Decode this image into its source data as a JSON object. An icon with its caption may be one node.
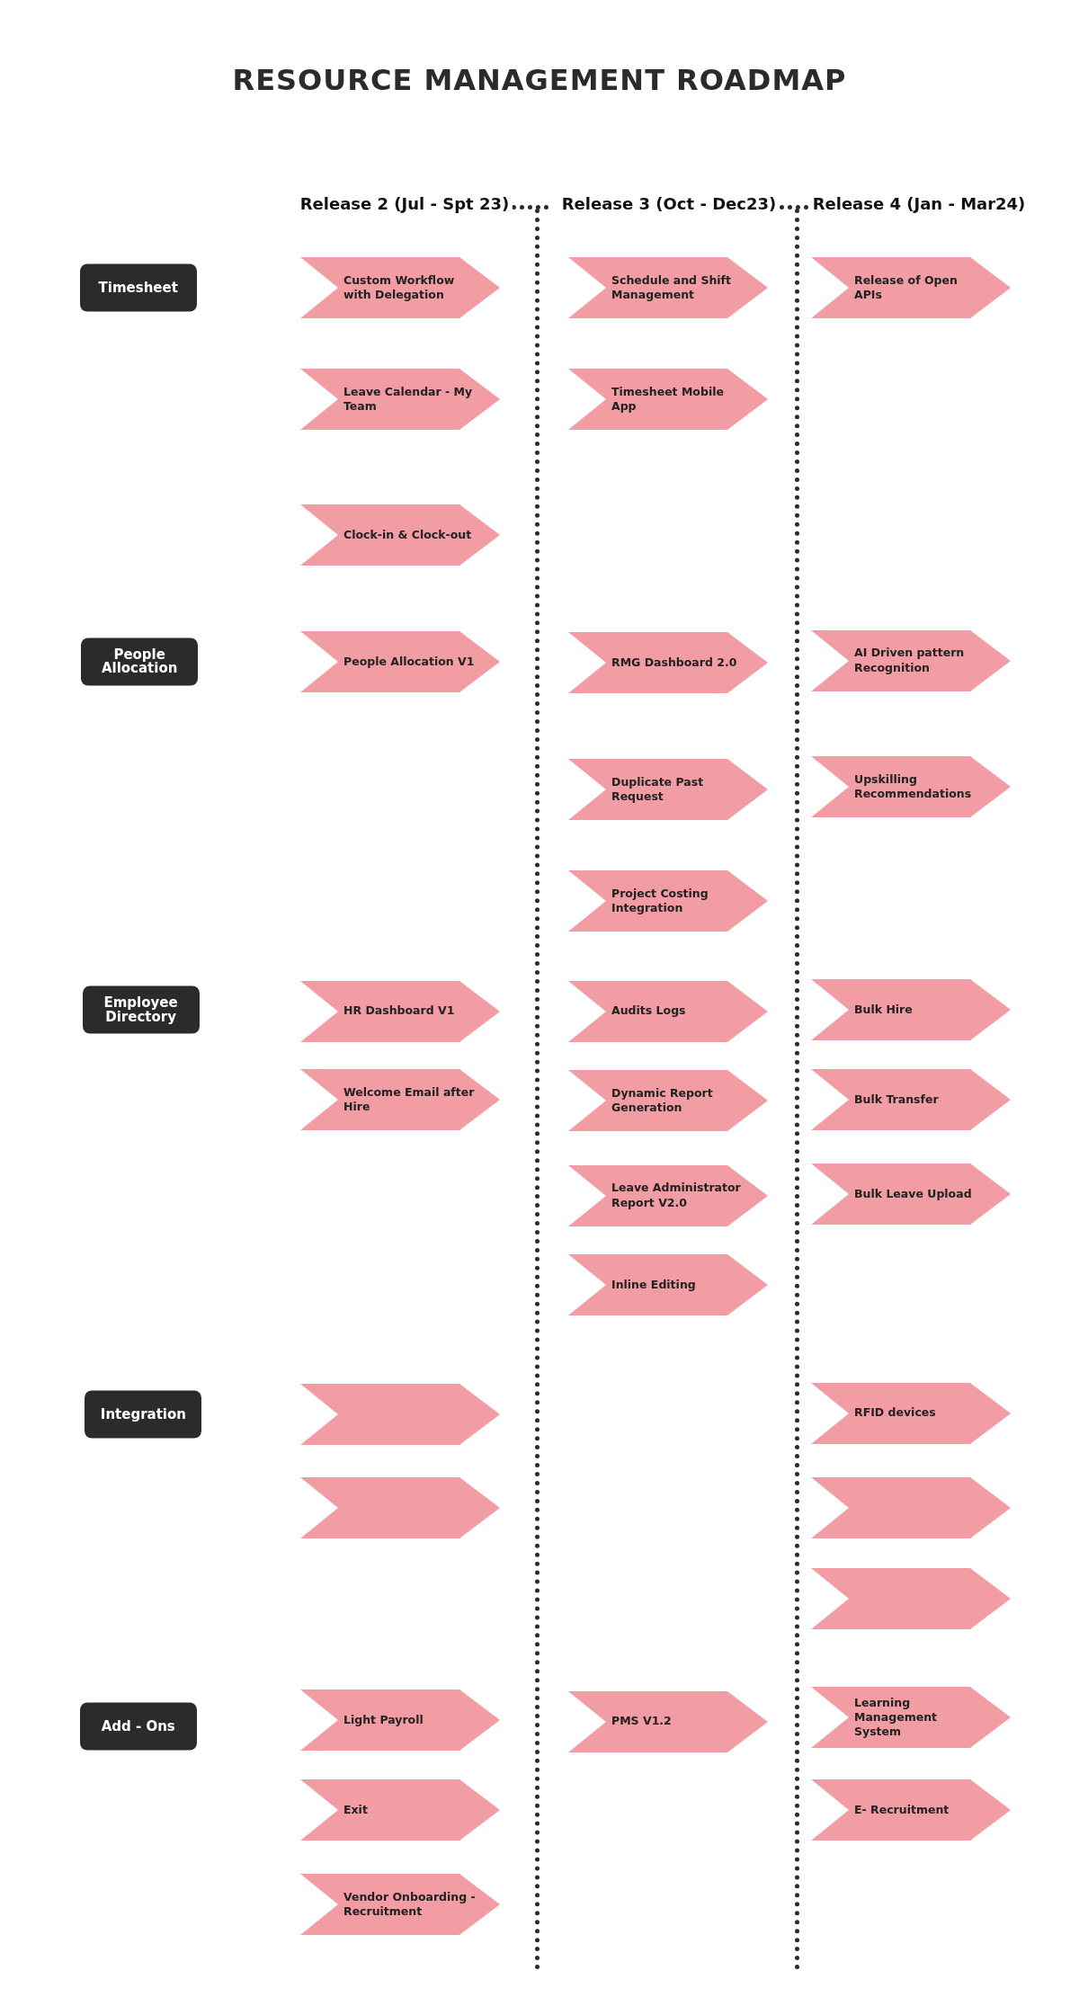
{
  "diagram": {
    "title": "RESOURCE MANAGEMENT ROADMAP",
    "nodes": [
      {
        "text": [
          "Timesheet"
        ]
      },
      {
        "text": [
          "Custom Workflow with Delegation"
        ]
      },
      {
        "text": [
          "Schedule and Shift Management"
        ]
      },
      {
        "text": [
          "Release of Open APIs"
        ]
      },
      {
        "text": [
          "Leave Calendar - My Team"
        ]
      },
      {
        "text": [
          "Timesheet Mobile App"
        ]
      },
      {
        "text": [
          "Clock-in & Clock-out"
        ]
      },
      {
        "text": [
          "People Allocation"
        ]
      },
      {
        "text": [
          "People Allocation V1"
        ]
      },
      {
        "text": [
          "RMG Dashboard 2.0"
        ]
      },
      {
        "text": [
          "AI Driven pattern Recognition"
        ]
      },
      {
        "text": [
          "Duplicate Past Request"
        ]
      },
      {
        "text": [
          "Upskilling Recommendations"
        ]
      },
      {
        "text": [
          "Project Costing Integration"
        ]
      },
      {
        "text": [
          "Employee Directory"
        ]
      },
      {
        "text": [
          "HR Dashboard V1"
        ]
      },
      {
        "text": [
          "Audits Logs"
        ]
      },
      {
        "text": [
          "Bulk Hire"
        ]
      },
      {
        "text": [
          "Welcome Email after Hire"
        ]
      },
      {
        "text": [
          "Dynamic Report Generation"
        ]
      },
      {
        "text": [
          "Bulk Transfer"
        ]
      },
      {
        "text": [
          "Leave Administrator Report V2.0"
        ]
      },
      {
        "text": [
          "Bulk Leave Upload"
        ]
      },
      {
        "text": [
          "Inline Editing"
        ]
      },
      {
        "text": [
          "Integration"
        ]
      },
      {
        "text": [],
        "shape": "chevron"
      },
      {
        "text": [
          "RFID devices"
        ]
      },
      {
        "text": [],
        "shape": "chevron"
      },
      {
        "text": [],
        "shape": "chevron"
      },
      {
        "text": [],
        "shape": "chevron"
      },
      {
        "text": [
          "Add - Ons"
        ]
      },
      {
        "text": [
          "Light Payroll"
        ]
      },
      {
        "text": [
          "PMS V1.2"
        ]
      },
      {
        "text": [
          "Learning Management System"
        ]
      },
      {
        "text": [
          "Exit"
        ]
      },
      {
        "text": [
          "E- Recruitment"
        ]
      },
      {
        "text": [
          "Vendor Onboarding - Recruitment"
        ]
      }
    ],
    "labels": [
      "Release 2 (Jul - Spt 23)",
      "Release 3 (Oct - Dec23)",
      "Release 4 (Jan - Mar24)"
    ]
  }
}
